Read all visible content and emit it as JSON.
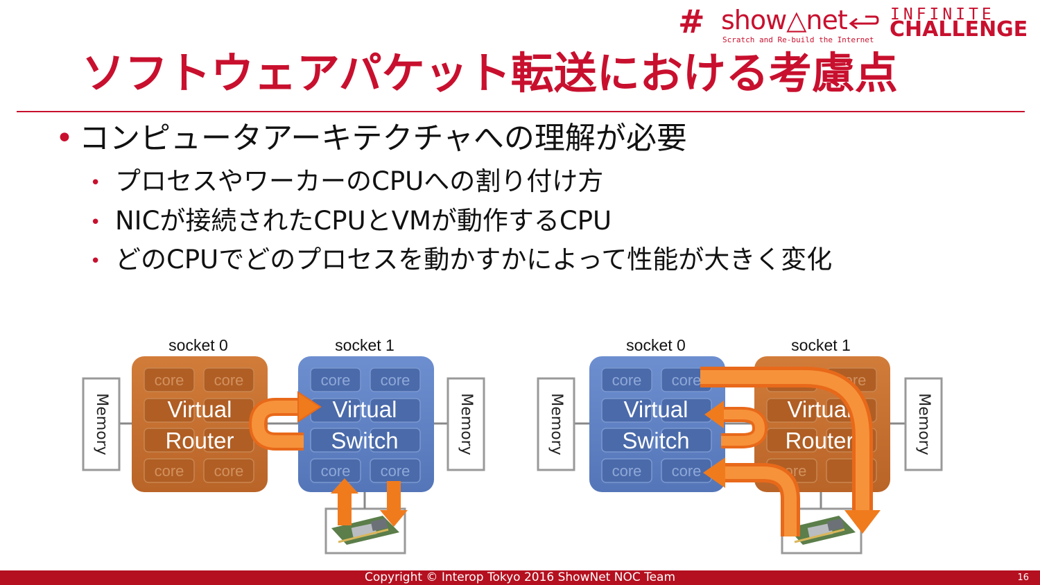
{
  "logo": {
    "hash": "#",
    "name": "show△net",
    "tagline": "Scratch and Re-build the Internet",
    "infinite": "INFINITE",
    "challenge": "CHALLENGE"
  },
  "title": "ソフトウェアパケット転送における考慮点",
  "bullets": [
    {
      "text": "コンピュータアーキテクチャへの理解が必要",
      "sub": [
        "プロセスやワーカーのCPUへの割り付け方",
        "NICが接続されたCPUとVMが動作するCPU",
        "どのCPUでどのプロセスを動かすかによって性能が大きく変化"
      ]
    }
  ],
  "diagram": {
    "core_label": "core",
    "memory_label": "Memory",
    "left": {
      "socket0_label": "socket 0",
      "socket1_label": "socket 1",
      "socket0_vm": [
        "Virtual",
        "Router"
      ],
      "socket1_vm": [
        "Virtual",
        "Switch"
      ]
    },
    "right": {
      "socket0_label": "socket 0",
      "socket1_label": "socket 1",
      "socket0_vm": [
        "Virtual",
        "Switch"
      ],
      "socket1_vm": [
        "Virtual",
        "Router"
      ]
    },
    "colors": {
      "orange_socket": "#c8712f",
      "blue_socket": "#5f82c4",
      "arrow": "#f07b1d"
    }
  },
  "footer": {
    "copyright": "Copyright © Interop Tokyo 2016 ShowNet NOC Team",
    "page_number": "16"
  }
}
